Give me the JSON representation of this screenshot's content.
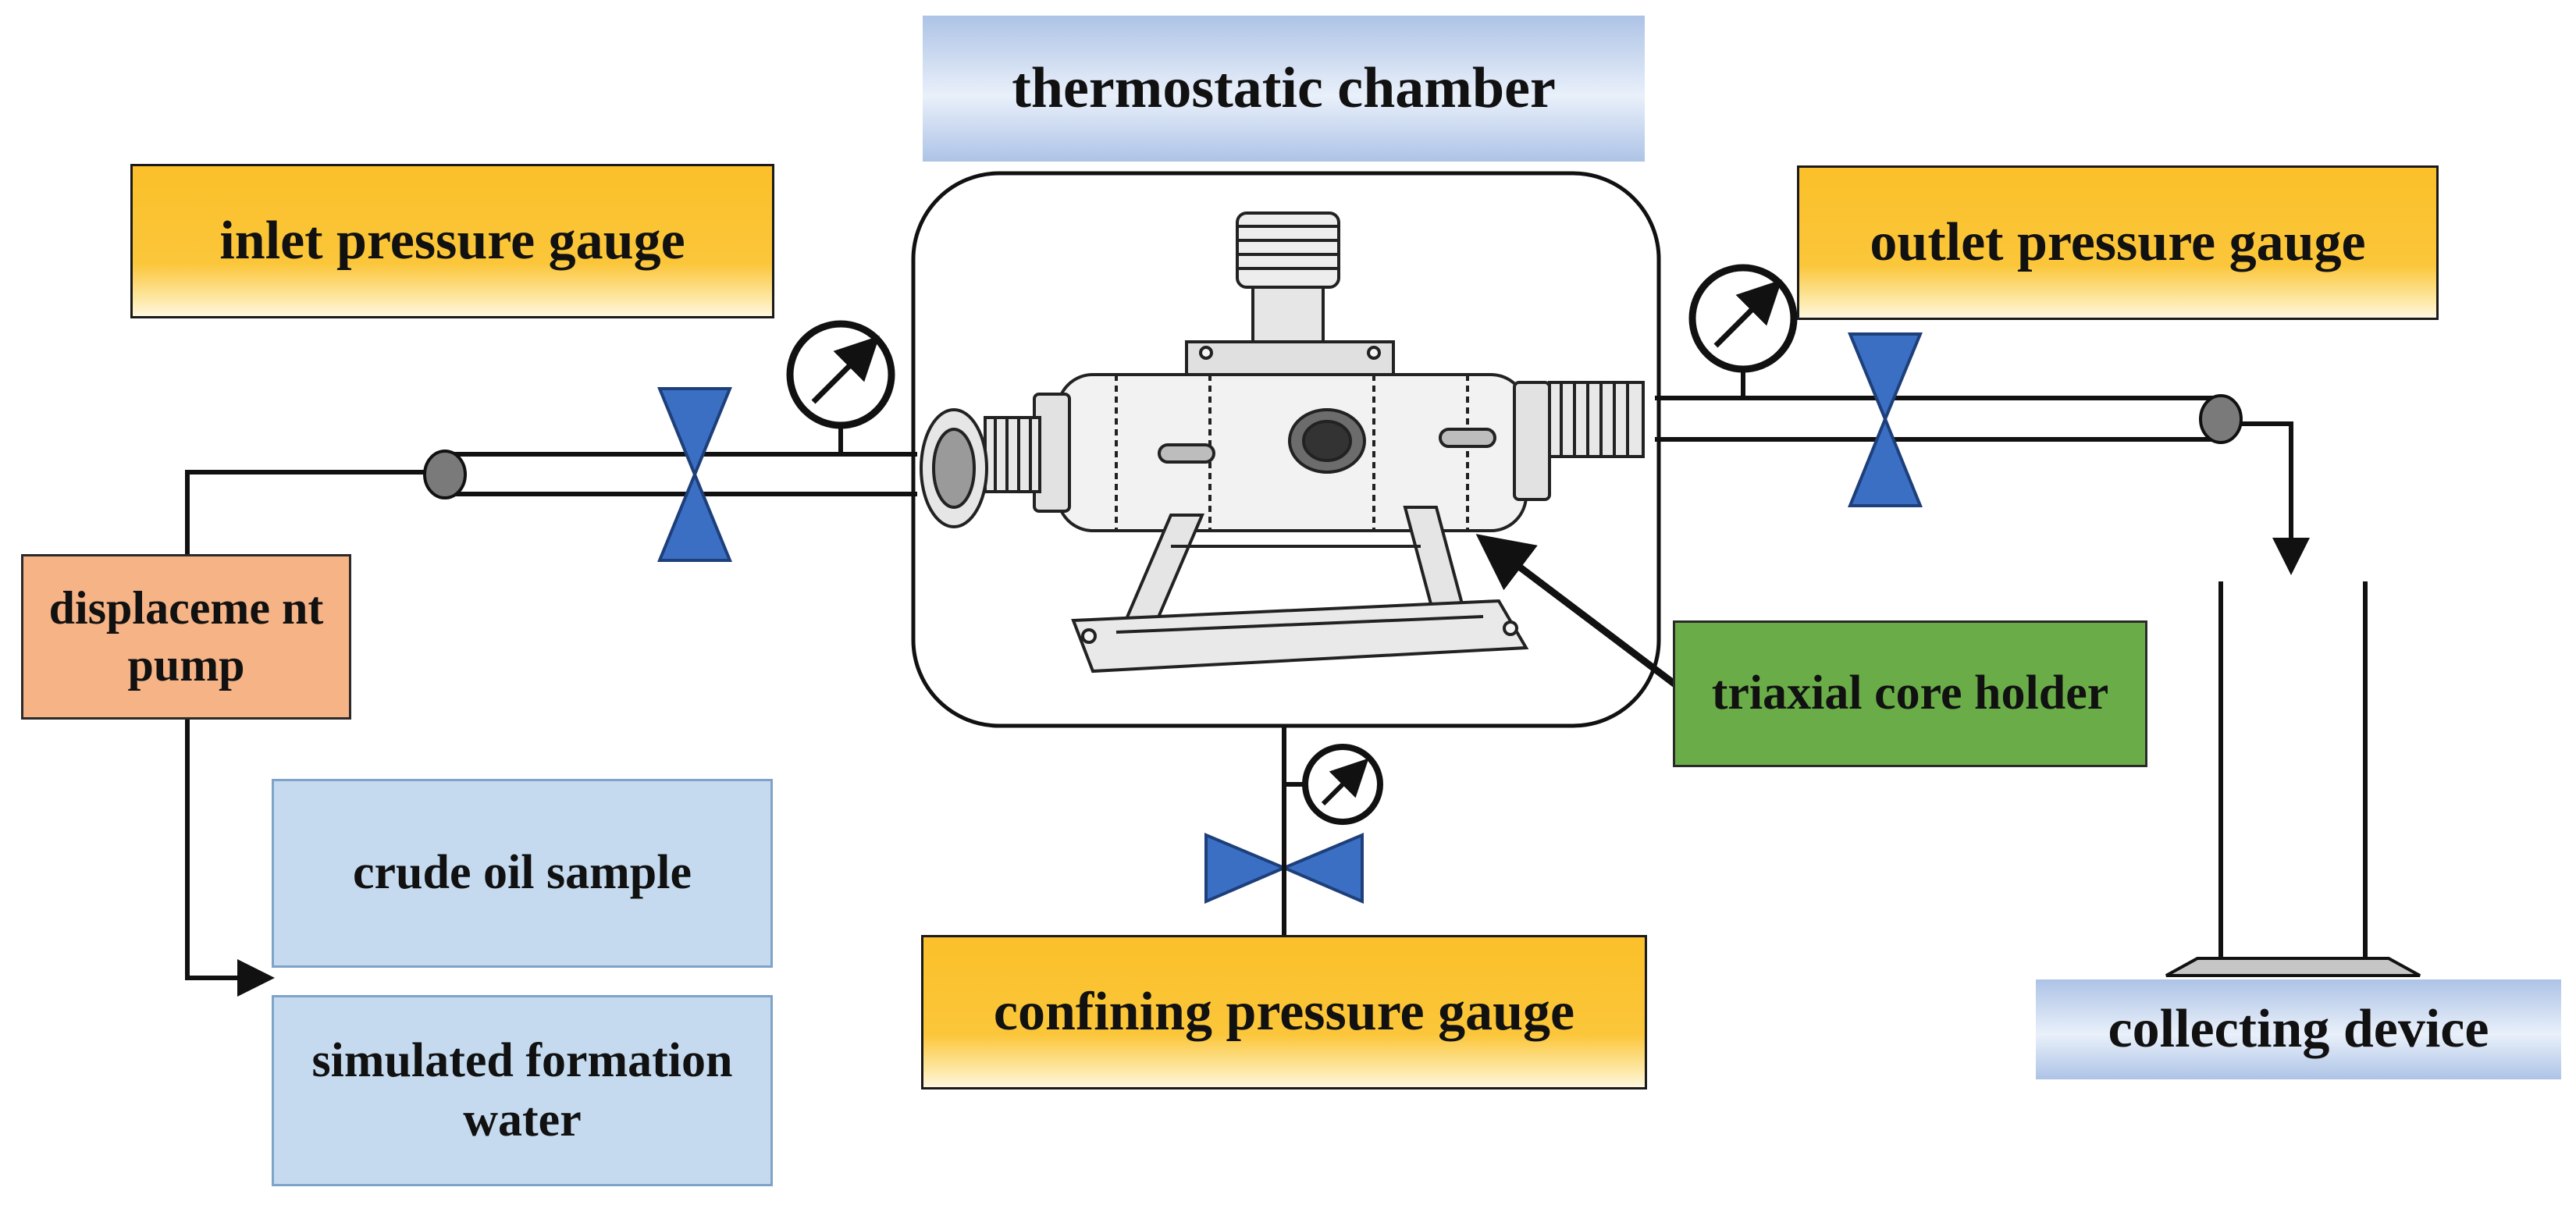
{
  "labels": {
    "thermostatic_chamber": "thermostatic chamber",
    "inlet_pressure_gauge": "inlet pressure gauge",
    "outlet_pressure_gauge": "outlet pressure gauge",
    "displacement_pump": "displaceme nt pump",
    "crude_oil_sample": "crude oil sample",
    "simulated_formation_water": "simulated formation water",
    "confining_pressure_gauge": "confining pressure gauge",
    "triaxial_core_holder": "triaxial core holder",
    "collecting_device": "collecting device"
  },
  "colors": {
    "gold_box": "#fbc02a",
    "valve_blue": "#3b6fc4",
    "light_blue_box": "#c5daef",
    "orange_box": "#f5b386",
    "green_box": "#6aad48",
    "line": "#111111"
  },
  "icons": [
    "pressure-gauge-icon",
    "valve-icon",
    "pipe-end-icon",
    "core-holder-illustration",
    "arrow-icon",
    "collecting-beaker-icon"
  ]
}
